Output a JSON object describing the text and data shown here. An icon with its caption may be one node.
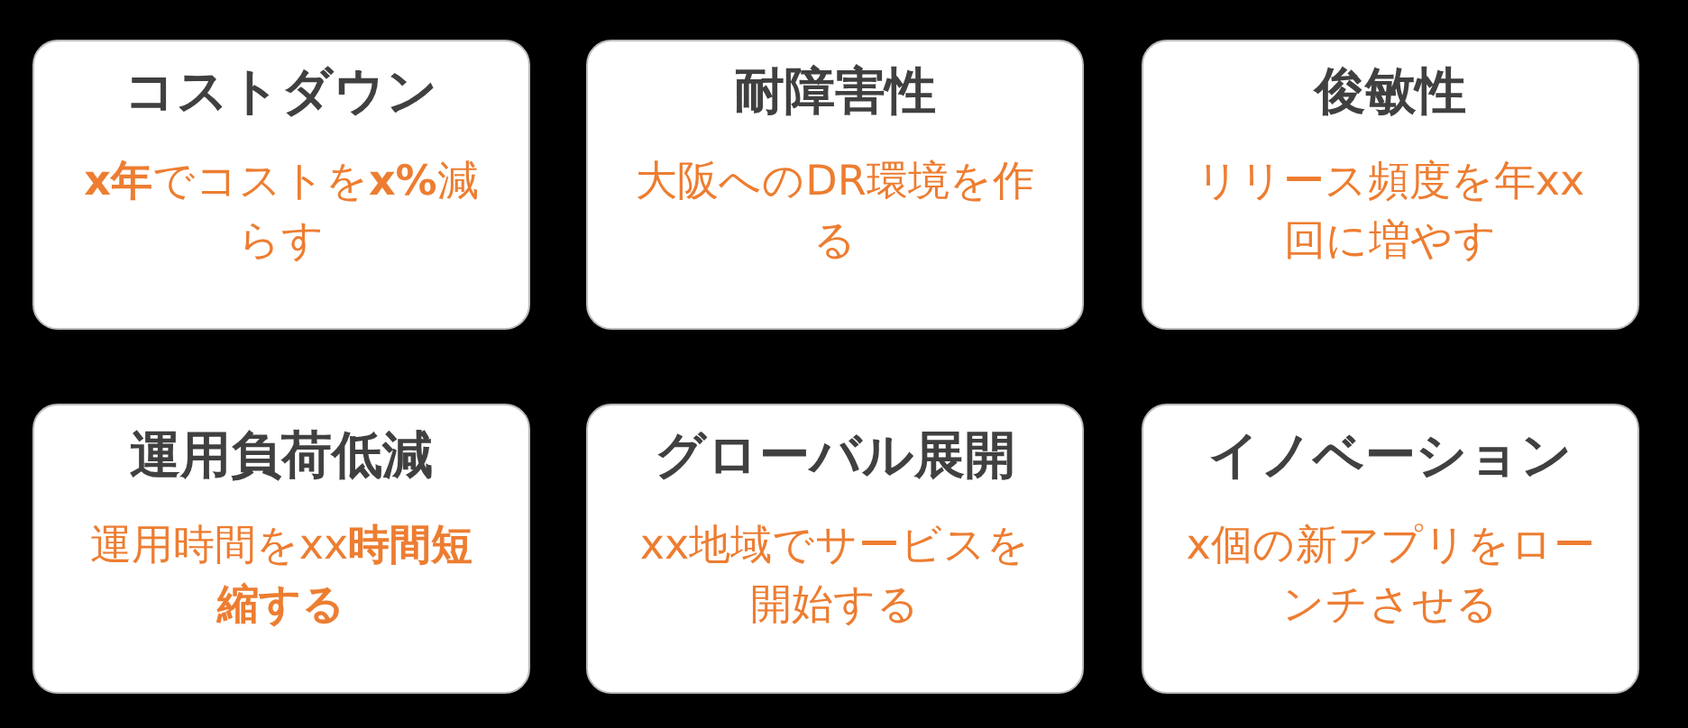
{
  "diagram": {
    "nodes": [
      {
        "text": [
          "コストダウン",
          "**x年**でコストを**x%**減らす"
        ]
      },
      {
        "text": [
          "耐障害性",
          "大阪へのDR環境を作る"
        ]
      },
      {
        "text": [
          "俊敏性",
          "リリース頻度を年xx回に増やす"
        ]
      },
      {
        "text": [
          "運用負荷低減",
          "運用時間をxx**時間短縮する**"
        ]
      },
      {
        "text": [
          "グローバル展開",
          "xx地域でサービスを開始する"
        ]
      },
      {
        "text": [
          "イノベーション",
          "x個の新アプリをローンチさせる"
        ]
      }
    ]
  }
}
